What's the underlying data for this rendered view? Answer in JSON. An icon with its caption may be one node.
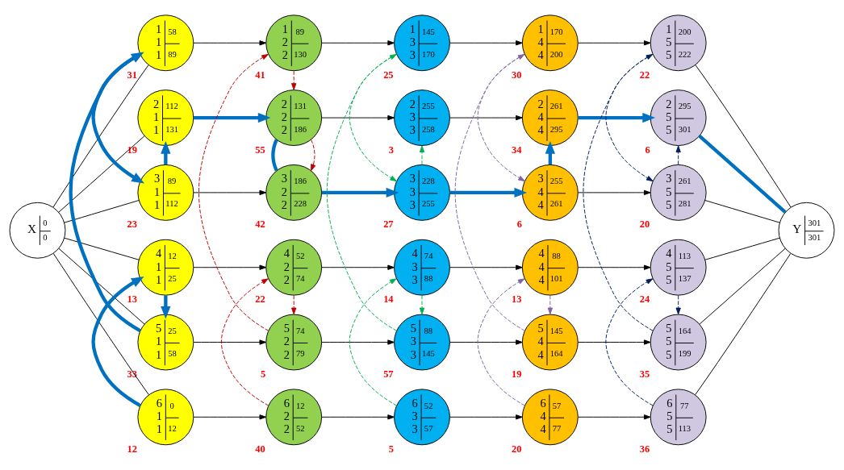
{
  "diagram": {
    "nodes": [
      {
        "text": [
          "X",
          "0",
          "0"
        ]
      },
      {
        "text": [
          "1 1 1",
          "58",
          "89"
        ],
        "beside": [
          "31"
        ]
      },
      {
        "text": [
          "2 1 1",
          "112",
          "131"
        ],
        "beside": [
          "19"
        ]
      },
      {
        "text": [
          "3 1 1",
          "89",
          "112"
        ],
        "beside": [
          "23"
        ]
      },
      {
        "text": [
          "4 1 1",
          "12",
          "25"
        ],
        "beside": [
          "13"
        ]
      },
      {
        "text": [
          "5 1 1",
          "25",
          "58"
        ],
        "beside": [
          "33"
        ]
      },
      {
        "text": [
          "6 1 1",
          "0",
          "12"
        ],
        "beside": [
          "12"
        ]
      },
      {
        "text": [
          "1 2 2",
          "89",
          "130"
        ],
        "beside": [
          "41"
        ]
      },
      {
        "text": [
          "2 2 2",
          "131",
          "186"
        ],
        "beside": [
          "55"
        ]
      },
      {
        "text": [
          "3 2 2",
          "186",
          "228"
        ],
        "beside": [
          "42"
        ]
      },
      {
        "text": [
          "4 2 2",
          "52",
          "74"
        ],
        "beside": [
          "22"
        ]
      },
      {
        "text": [
          "5 2 2",
          "74",
          "79"
        ],
        "beside": [
          "5"
        ]
      },
      {
        "text": [
          "6 2 2",
          "12",
          "52"
        ],
        "beside": [
          "40"
        ]
      },
      {
        "text": [
          "1 3 3",
          "145",
          "170"
        ],
        "beside": [
          "25"
        ]
      },
      {
        "text": [
          "2 3 3",
          "255",
          "258"
        ],
        "beside": [
          "3"
        ]
      },
      {
        "text": [
          "3 3 3",
          "228",
          "255"
        ],
        "beside": [
          "27"
        ]
      },
      {
        "text": [
          "4 3 3",
          "74",
          "88"
        ],
        "beside": [
          "14"
        ]
      },
      {
        "text": [
          "5 3 3",
          "88",
          "145"
        ],
        "beside": [
          "57"
        ]
      },
      {
        "text": [
          "6 3 3",
          "52",
          "57"
        ],
        "beside": [
          "5"
        ]
      },
      {
        "text": [
          "1 4 4",
          "170",
          "200"
        ],
        "beside": [
          "30"
        ]
      },
      {
        "text": [
          "2 4 4",
          "261",
          "295"
        ],
        "beside": [
          "34"
        ]
      },
      {
        "text": [
          "3 4 4",
          "255",
          "261"
        ],
        "beside": [
          "6"
        ]
      },
      {
        "text": [
          "4 4 4",
          "88",
          "101"
        ],
        "beside": [
          "13"
        ]
      },
      {
        "text": [
          "5 4 4",
          "145",
          "164"
        ],
        "beside": [
          "19"
        ]
      },
      {
        "text": [
          "6 4 4",
          "57",
          "77"
        ],
        "beside": [
          "20"
        ]
      },
      {
        "text": [
          "1 5 5",
          "200",
          "222"
        ],
        "beside": [
          "22"
        ]
      },
      {
        "text": [
          "2 5 5",
          "295",
          "301"
        ],
        "beside": [
          "6"
        ]
      },
      {
        "text": [
          "3 5 5",
          "261",
          "281"
        ],
        "beside": [
          "20"
        ]
      },
      {
        "text": [
          "4 5 5",
          "113",
          "137"
        ],
        "beside": [
          "24"
        ]
      },
      {
        "text": [
          "5 5 5",
          "164",
          "199"
        ],
        "beside": [
          "35"
        ]
      },
      {
        "text": [
          "6 5 5",
          "77",
          "113"
        ],
        "beside": [
          "36"
        ]
      },
      {
        "text": [
          "Y",
          "301",
          "301"
        ]
      }
    ],
    "edges": [
      {
        "from": 0,
        "to": 1,
        "arrow": "none"
      },
      {
        "from": 0,
        "to": 2,
        "arrow": "none"
      },
      {
        "from": 0,
        "to": 3,
        "arrow": "none"
      },
      {
        "from": 0,
        "to": 4,
        "arrow": "none"
      },
      {
        "from": 0,
        "to": 5,
        "arrow": "none"
      },
      {
        "from": 0,
        "to": 6,
        "arrow": "none"
      },
      {
        "from": 1,
        "to": 7,
        "arrow": "to"
      },
      {
        "from": 2,
        "to": 8,
        "arrow": "to",
        "style": "thick",
        "color": "#0070c0"
      },
      {
        "from": 3,
        "to": 9,
        "arrow": "to"
      },
      {
        "from": 4,
        "to": 10,
        "arrow": "to"
      },
      {
        "from": 5,
        "to": 11,
        "arrow": "to"
      },
      {
        "from": 6,
        "to": 12,
        "arrow": "to"
      },
      {
        "from": 7,
        "to": 13,
        "arrow": "to"
      },
      {
        "from": 8,
        "to": 14,
        "arrow": "to"
      },
      {
        "from": 9,
        "to": 15,
        "arrow": "to",
        "style": "thick",
        "color": "#0070c0"
      },
      {
        "from": 10,
        "to": 16,
        "arrow": "to"
      },
      {
        "from": 11,
        "to": 17,
        "arrow": "to"
      },
      {
        "from": 12,
        "to": 18,
        "arrow": "to"
      },
      {
        "from": 13,
        "to": 19,
        "arrow": "to"
      },
      {
        "from": 14,
        "to": 20,
        "arrow": "to"
      },
      {
        "from": 15,
        "to": 21,
        "arrow": "to",
        "style": "thick",
        "color": "#0070c0"
      },
      {
        "from": 16,
        "to": 22,
        "arrow": "to"
      },
      {
        "from": 17,
        "to": 23,
        "arrow": "to"
      },
      {
        "from": 18,
        "to": 24,
        "arrow": "to"
      },
      {
        "from": 19,
        "to": 25,
        "arrow": "to"
      },
      {
        "from": 20,
        "to": 26,
        "arrow": "to",
        "style": "thick",
        "color": "#0070c0"
      },
      {
        "from": 21,
        "to": 27,
        "arrow": "to"
      },
      {
        "from": 22,
        "to": 28,
        "arrow": "to"
      },
      {
        "from": 23,
        "to": 29,
        "arrow": "to"
      },
      {
        "from": 24,
        "to": 30,
        "arrow": "to"
      },
      {
        "from": 25,
        "to": 31,
        "arrow": "none"
      },
      {
        "from": 26,
        "to": 31,
        "arrow": "none",
        "style": "thick",
        "color": "#0070c0"
      },
      {
        "from": 27,
        "to": 31,
        "arrow": "none"
      },
      {
        "from": 28,
        "to": 31,
        "arrow": "none"
      },
      {
        "from": 29,
        "to": 31,
        "arrow": "none"
      },
      {
        "from": 30,
        "to": 31,
        "arrow": "none"
      },
      {
        "from": 6,
        "to": 4,
        "arrow": "to",
        "style": "thick",
        "color": "#0070c0"
      },
      {
        "from": 4,
        "to": 5,
        "arrow": "to",
        "style": "thick",
        "color": "#0070c0"
      },
      {
        "from": 5,
        "to": 1,
        "arrow": "to",
        "style": "thick",
        "color": "#0070c0"
      },
      {
        "from": 1,
        "to": 3,
        "arrow": "to",
        "style": "thick",
        "color": "#0070c0"
      },
      {
        "from": 3,
        "to": 2,
        "arrow": "to",
        "style": "thick",
        "color": "#0070c0"
      },
      {
        "from": 12,
        "to": 10,
        "arrow": "to",
        "style": "dashed",
        "color": "#c00000"
      },
      {
        "from": 10,
        "to": 11,
        "arrow": "to",
        "style": "dashed",
        "color": "#c00000"
      },
      {
        "from": 11,
        "to": 7,
        "arrow": "to",
        "style": "dashed",
        "color": "#c00000"
      },
      {
        "from": 7,
        "to": 8,
        "arrow": "to",
        "style": "dashed",
        "color": "#c00000"
      },
      {
        "from": 8,
        "to": 9,
        "arrow": "to",
        "style": "dashed",
        "color": "#c00000"
      },
      {
        "from": 8,
        "to": 9,
        "arrow": "none",
        "style": "thick",
        "color": "#0070c0"
      },
      {
        "from": 18,
        "to": 16,
        "arrow": "to",
        "style": "dashed",
        "color": "#00b050"
      },
      {
        "from": 16,
        "to": 17,
        "arrow": "to",
        "style": "dashed",
        "color": "#00b050"
      },
      {
        "from": 17,
        "to": 13,
        "arrow": "to",
        "style": "dashed",
        "color": "#00b050"
      },
      {
        "from": 13,
        "to": 15,
        "arrow": "to",
        "style": "dashed",
        "color": "#00b050"
      },
      {
        "from": 15,
        "to": 14,
        "arrow": "to",
        "style": "dashed",
        "color": "#00b050"
      },
      {
        "from": 24,
        "to": 22,
        "arrow": "to",
        "style": "dashed",
        "color": "#8064a2"
      },
      {
        "from": 22,
        "to": 23,
        "arrow": "to",
        "style": "dashed",
        "color": "#8064a2"
      },
      {
        "from": 23,
        "to": 19,
        "arrow": "to",
        "style": "dashed",
        "color": "#8064a2"
      },
      {
        "from": 19,
        "to": 21,
        "arrow": "to",
        "style": "dashed",
        "color": "#8064a2"
      },
      {
        "from": 21,
        "to": 20,
        "arrow": "to",
        "style": "thick",
        "color": "#0070c0"
      },
      {
        "from": 30,
        "to": 28,
        "arrow": "to",
        "style": "dashed",
        "color": "#002060"
      },
      {
        "from": 28,
        "to": 29,
        "arrow": "to",
        "style": "dashed",
        "color": "#002060"
      },
      {
        "from": 29,
        "to": 25,
        "arrow": "to",
        "style": "dashed",
        "color": "#002060"
      },
      {
        "from": 25,
        "to": 27,
        "arrow": "to",
        "style": "dashed",
        "color": "#002060"
      },
      {
        "from": 27,
        "to": 26,
        "arrow": "to",
        "style": "dashed",
        "color": "#002060"
      }
    ]
  }
}
